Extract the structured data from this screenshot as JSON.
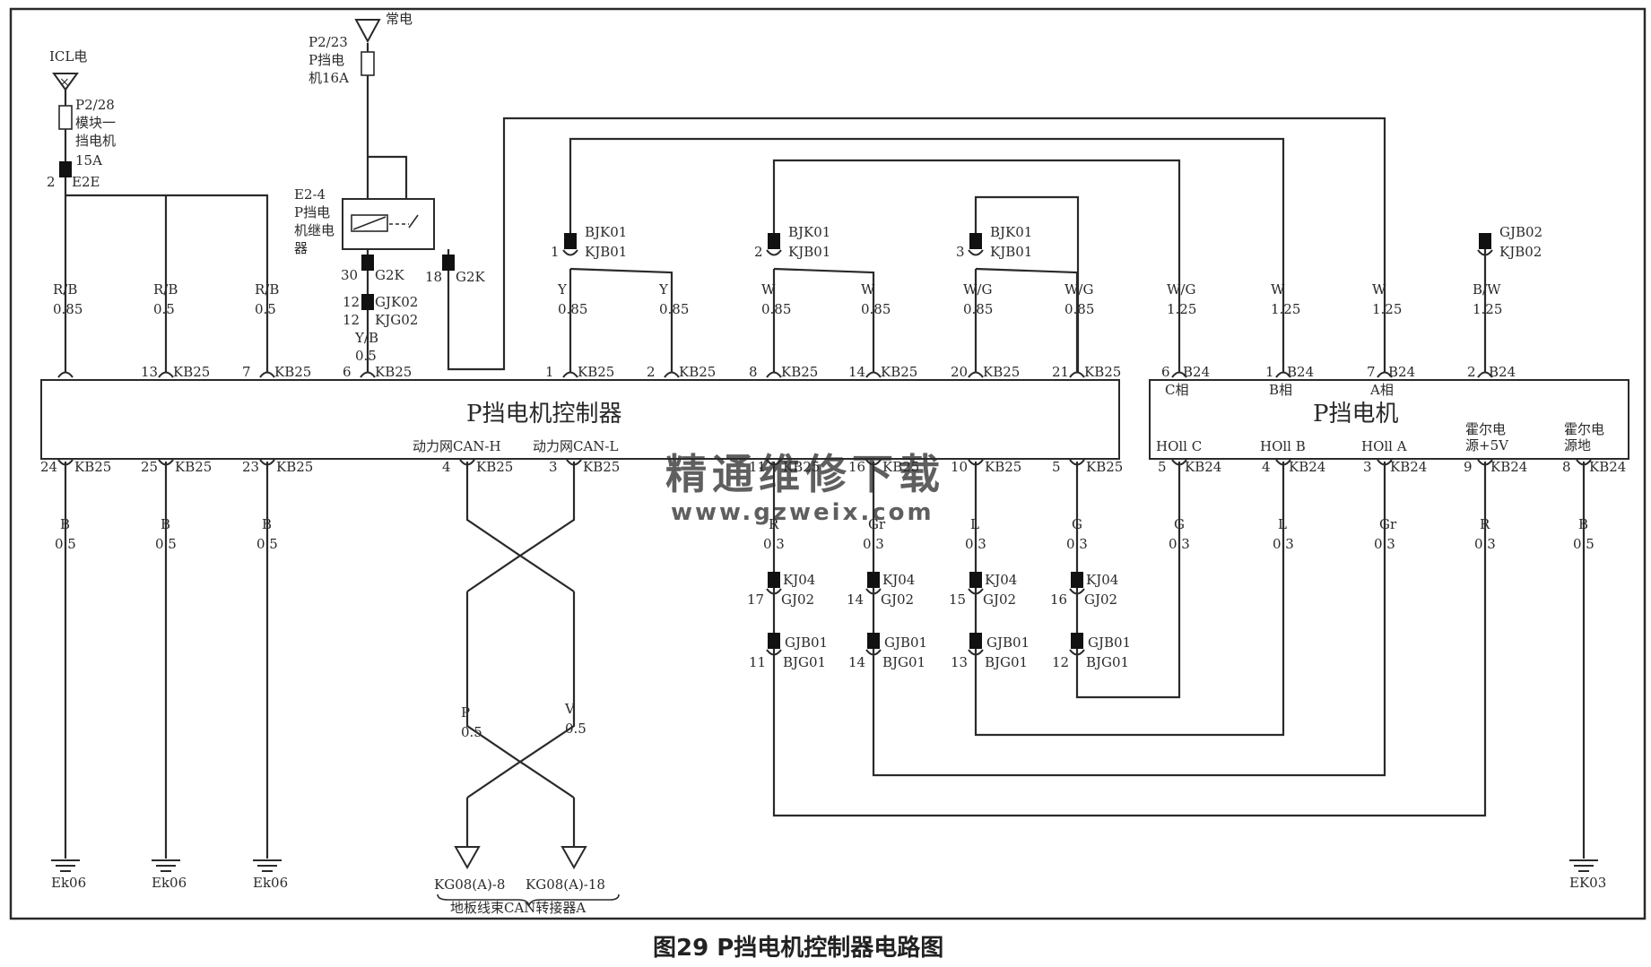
{
  "caption": "图29 P挡电机控制器电路图",
  "colors": {
    "line": "#2a2a2a",
    "watermark": "#f0a070",
    "background": "#ffffff"
  },
  "controller": {
    "title": "P挡电机控制器",
    "can_h_label": "动力网CAN-H",
    "can_l_label": "动力网CAN-L",
    "top_pins": [
      {
        "pin": "13",
        "conn": "KB25"
      },
      {
        "pin": "7",
        "conn": "KB25"
      },
      {
        "pin": "6",
        "conn": "KB25"
      },
      {
        "pin": "1",
        "conn": "KB25"
      },
      {
        "pin": "2",
        "conn": "KB25"
      },
      {
        "pin": "8",
        "conn": "KB25"
      },
      {
        "pin": "14",
        "conn": "KB25"
      },
      {
        "pin": "20",
        "conn": "KB25"
      },
      {
        "pin": "21",
        "conn": "KB25"
      }
    ],
    "bottom_pins": [
      {
        "pin": "24",
        "conn": "KB25"
      },
      {
        "pin": "25",
        "conn": "KB25"
      },
      {
        "pin": "23",
        "conn": "KB25"
      },
      {
        "pin": "4",
        "conn": "KB25"
      },
      {
        "pin": "3",
        "conn": "KB25"
      },
      {
        "pin": "11",
        "conn": "KB25"
      },
      {
        "pin": "16",
        "conn": "KB25"
      },
      {
        "pin": "10",
        "conn": "KB25"
      },
      {
        "pin": "5",
        "conn": "KB25"
      }
    ]
  },
  "motor": {
    "title": "P挡电机",
    "phases": [
      "C相",
      "B相",
      "A相"
    ],
    "top_pins": [
      {
        "pin": "6",
        "conn": "B24"
      },
      {
        "pin": "1",
        "conn": "B24"
      },
      {
        "pin": "7",
        "conn": "B24"
      },
      {
        "pin": "2",
        "conn": "B24"
      }
    ],
    "bottom_labels": [
      "HOll C",
      "HOll B",
      "HOll A",
      "霍尔电源+5V",
      "霍尔电源地"
    ],
    "bottom_pins": [
      {
        "pin": "5",
        "conn": "KB24"
      },
      {
        "pin": "4",
        "conn": "KB24"
      },
      {
        "pin": "3",
        "conn": "KB24"
      },
      {
        "pin": "9",
        "conn": "KB24"
      },
      {
        "pin": "8",
        "conn": "KB24"
      }
    ]
  },
  "power": {
    "icl_label": "ICL电",
    "icl_fuse": "P2/28 模块一挡电机 15A",
    "icl_conn": {
      "pin": "2",
      "conn": "E2E"
    },
    "constant_label": "常电",
    "constant_fuse": "P2/23 P挡电机16A",
    "relay_label": "E2-4 P挡电机继电器",
    "relay_pins": [
      {
        "pin": "30",
        "conn": "G2K"
      },
      {
        "pin": "18",
        "conn": "G2K"
      }
    ],
    "gjk_conn": {
      "pin": "12",
      "a": "GJK02",
      "b": "KJG02"
    }
  },
  "wires_top": [
    {
      "color": "R/B",
      "gauge": "0.85"
    },
    {
      "color": "R/B",
      "gauge": "0.5"
    },
    {
      "color": "R/B",
      "gauge": "0.5"
    },
    {
      "color": "Y/B",
      "gauge": "0.5"
    },
    {
      "color": "Y",
      "gauge": "0.85"
    },
    {
      "color": "Y",
      "gauge": "0.85"
    },
    {
      "color": "W",
      "gauge": "0.85"
    },
    {
      "color": "W",
      "gauge": "0.85"
    },
    {
      "color": "W/G",
      "gauge": "0.85"
    },
    {
      "color": "W/G",
      "gauge": "0.85"
    },
    {
      "color": "W/G",
      "gauge": "1.25"
    },
    {
      "color": "W",
      "gauge": "1.25"
    },
    {
      "color": "W",
      "gauge": "1.25"
    },
    {
      "color": "B/W",
      "gauge": "1.25"
    }
  ],
  "splices_top": [
    {
      "pin": "1",
      "a": "BJK01",
      "b": "KJB01"
    },
    {
      "pin": "2",
      "a": "BJK01",
      "b": "KJB01"
    },
    {
      "pin": "3",
      "a": "BJK01",
      "b": "KJB01"
    },
    {
      "pin": "",
      "a": "GJB02",
      "b": "KJB02"
    }
  ],
  "wires_bottom": [
    {
      "color": "B",
      "gauge": "0.5"
    },
    {
      "color": "B",
      "gauge": "0.5"
    },
    {
      "color": "B",
      "gauge": "0.5"
    },
    {
      "color": "R",
      "gauge": "0.3"
    },
    {
      "color": "Gr",
      "gauge": "0.3"
    },
    {
      "color": "L",
      "gauge": "0.3"
    },
    {
      "color": "G",
      "gauge": "0.3"
    },
    {
      "color": "G",
      "gauge": "0.3"
    },
    {
      "color": "L",
      "gauge": "0.3"
    },
    {
      "color": "Gr",
      "gauge": "0.3"
    },
    {
      "color": "R",
      "gauge": "0.3"
    },
    {
      "color": "B",
      "gauge": "0.5"
    }
  ],
  "inline_kj": [
    {
      "pin": "17",
      "a": "KJ04",
      "b": "GJ02"
    },
    {
      "pin": "14",
      "a": "KJ04",
      "b": "GJ02"
    },
    {
      "pin": "15",
      "a": "KJ04",
      "b": "GJ02"
    },
    {
      "pin": "16",
      "a": "KJ04",
      "b": "GJ02"
    }
  ],
  "inline_gjb": [
    {
      "pin": "11",
      "a": "GJB01",
      "b": "BJG01"
    },
    {
      "pin": "14",
      "a": "GJB01",
      "b": "BJG01"
    },
    {
      "pin": "13",
      "a": "GJB01",
      "b": "BJG01"
    },
    {
      "pin": "12",
      "a": "GJB01",
      "b": "BJG01"
    }
  ],
  "can": {
    "wire_p": {
      "color": "P",
      "gauge": "0.5"
    },
    "wire_v": {
      "color": "V",
      "gauge": "0.5"
    },
    "conn_left": "KG08(A)-8",
    "conn_right": "KG08(A)-18",
    "connector_label": "地板线束CAN转接器A"
  },
  "grounds": [
    "Ek06",
    "Ek06",
    "Ek06",
    "EK03"
  ],
  "watermark": {
    "cn": "精通维修下载",
    "url": "www.gzweix.com"
  }
}
